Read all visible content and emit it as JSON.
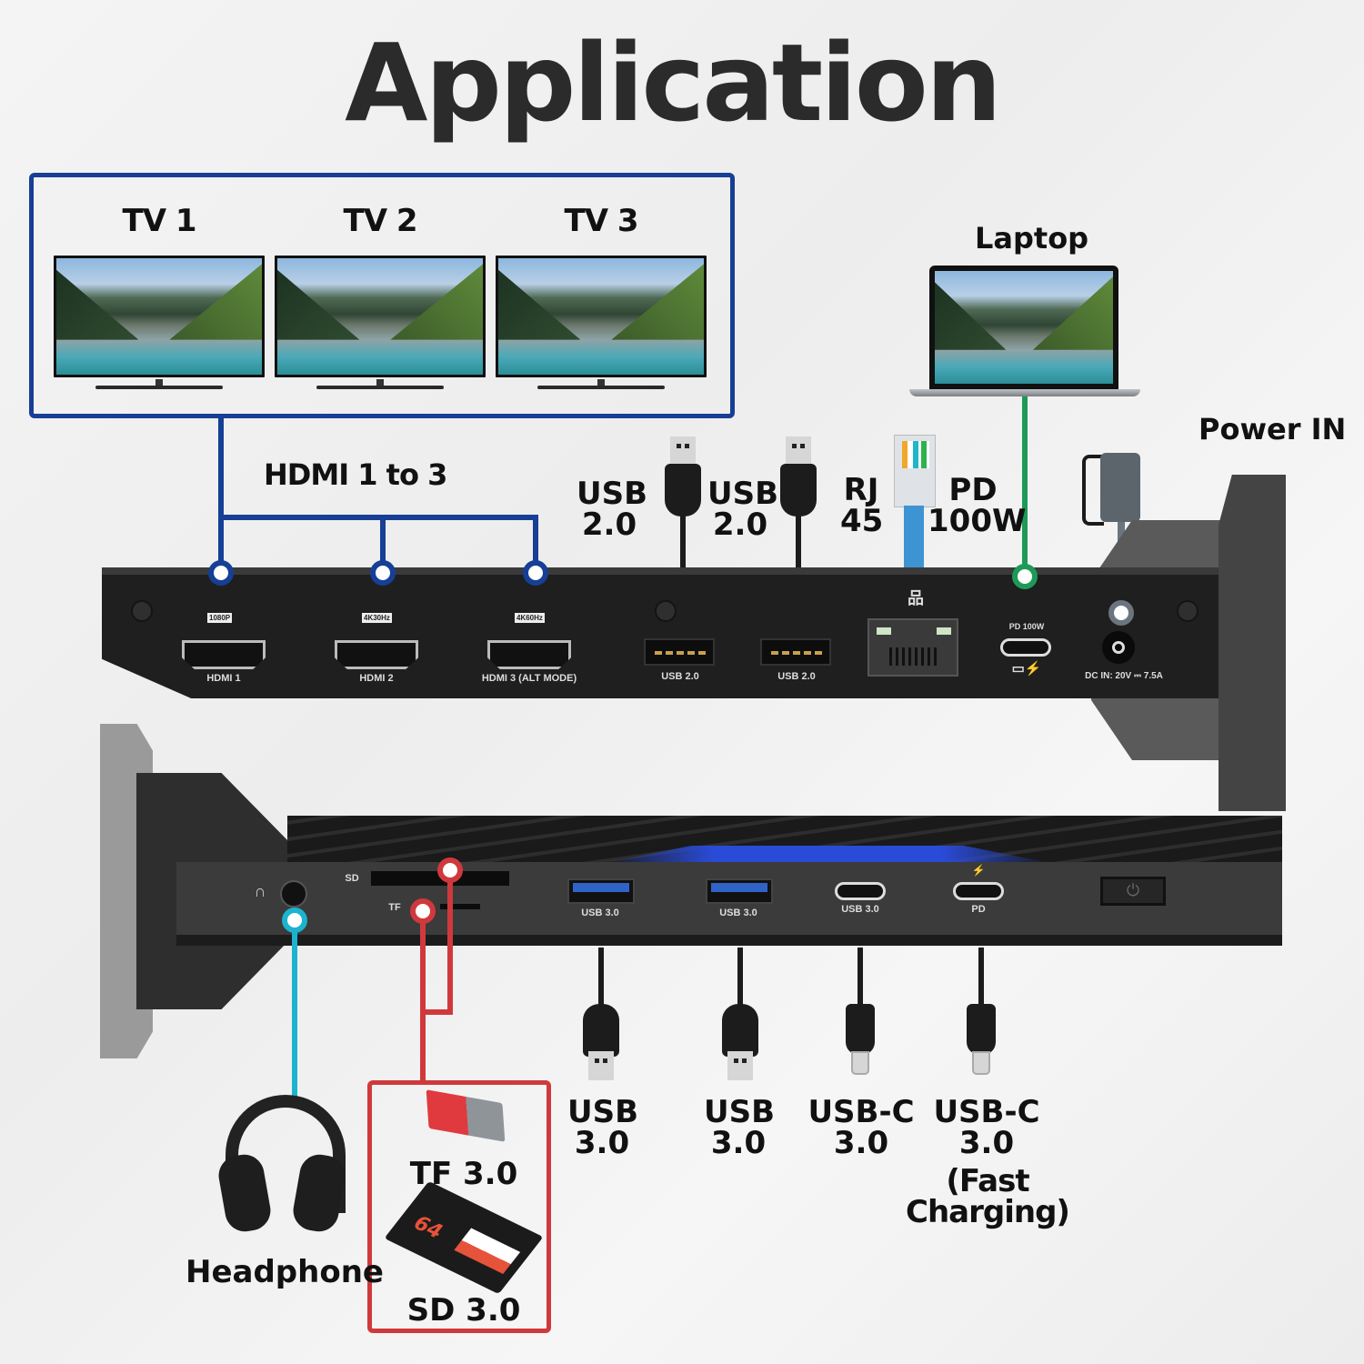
{
  "title": "Application",
  "colors": {
    "hdmi_line": "#163f95",
    "pd_line": "#1d9a57",
    "power_line": "#6b7580",
    "audio_line": "#1bb3cf",
    "card_line": "#d0393c",
    "title_text": "#2b2b2b"
  },
  "displays": {
    "tvs": [
      {
        "label": "TV 1"
      },
      {
        "label": "TV 2"
      },
      {
        "label": "TV 3"
      }
    ],
    "hdmi_caption": "HDMI 1 to 3"
  },
  "laptop": {
    "label": "Laptop"
  },
  "power": {
    "label": "Power IN"
  },
  "top_callouts": {
    "usb2_a": {
      "line1": "USB",
      "line2": "2.0"
    },
    "usb2_b": {
      "line1": "USB",
      "line2": "2.0"
    },
    "rj45": {
      "line1": "RJ",
      "line2": "45"
    },
    "pd": {
      "line1": "PD",
      "line2": "100W"
    }
  },
  "back_panel": {
    "ports": [
      {
        "id": "hdmi1",
        "badge": "1080P",
        "label": "HDMI 1"
      },
      {
        "id": "hdmi2",
        "badge": "4K30Hz",
        "label": "HDMI 2"
      },
      {
        "id": "hdmi3",
        "badge": "4K60Hz",
        "label": "HDMI 3 (ALT MODE)"
      },
      {
        "id": "usb2_1",
        "label": "USB 2.0"
      },
      {
        "id": "usb2_2",
        "label": "USB 2.0"
      },
      {
        "id": "ethernet",
        "icon": "network-icon"
      },
      {
        "id": "pd",
        "badge": "PD 100W",
        "icon": "laptop-charge-icon"
      },
      {
        "id": "dc_in",
        "label": "DC IN: 20V ⎓ 7.5A"
      }
    ]
  },
  "front_panel": {
    "ports": [
      {
        "id": "audio",
        "icon": "headset-icon"
      },
      {
        "id": "sd",
        "label": "SD"
      },
      {
        "id": "tf",
        "label": "TF"
      },
      {
        "id": "usb3_1",
        "label": "USB 3.0"
      },
      {
        "id": "usb3_2",
        "label": "USB 3.0"
      },
      {
        "id": "usbc",
        "label": "USB 3.0"
      },
      {
        "id": "usbc_pd",
        "label": "PD",
        "icon": "lightning-icon"
      },
      {
        "id": "power_button",
        "icon": "power-icon"
      }
    ]
  },
  "bottom_callouts": {
    "usb3_a": {
      "line1": "USB",
      "line2": "3.0"
    },
    "usb3_b": {
      "line1": "USB",
      "line2": "3.0"
    },
    "usbc_a": {
      "line1": "USB-C",
      "line2": "3.0"
    },
    "usbc_b": {
      "line1": "USB-C",
      "line2": "3.0",
      "line3": "(Fast Charging)"
    }
  },
  "memory": {
    "tf_label": "TF 3.0",
    "sd_label": "SD 3.0",
    "sd_capacity": "64"
  },
  "headphone": {
    "label": "Headphone"
  },
  "icons": {
    "power": "⏻",
    "lightning": "⚡",
    "network": "品",
    "headset": "🎧"
  }
}
